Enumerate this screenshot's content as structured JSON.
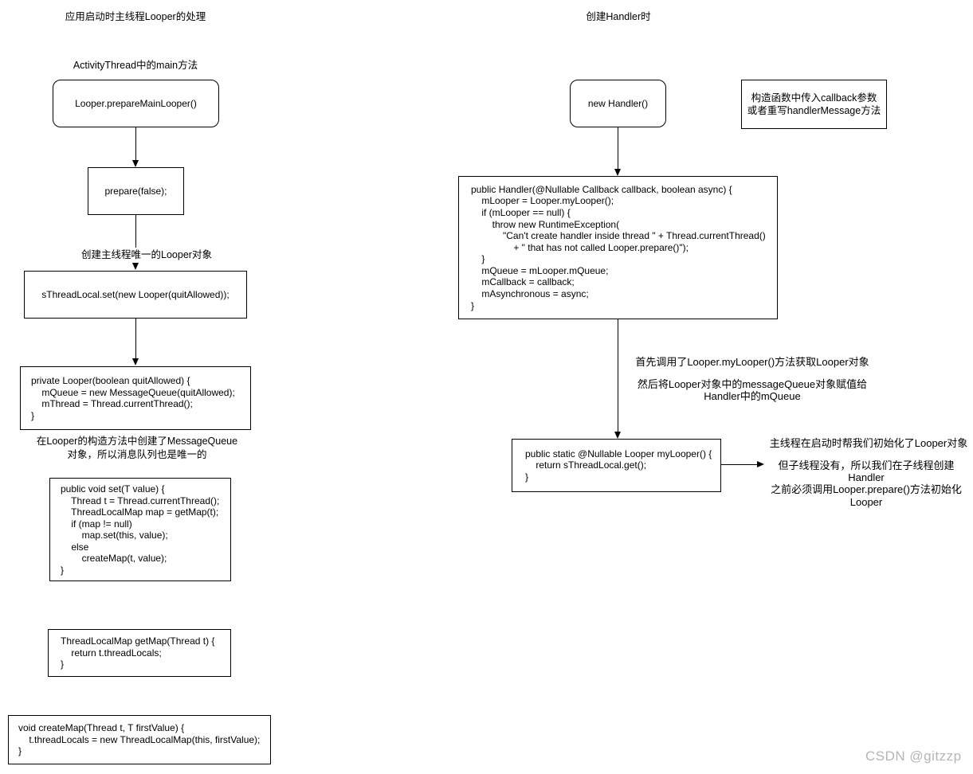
{
  "left": {
    "title": "应用启动时主线程Looper的处理",
    "activity_thread_label": "ActivityThread中的main方法",
    "prepare_main_looper": "Looper.prepareMainLooper()",
    "prepare_false": "prepare(false);",
    "create_looper_label": "创建主线程唯一的Looper对象",
    "sthreadlocal_set": "sThreadLocal.set(new Looper(quitAllowed));",
    "looper_ctor_code": "private Looper(boolean quitAllowed) {\n    mQueue = new MessageQueue(quitAllowed);\n    mThread = Thread.currentThread();\n}",
    "messagequeue_note": "在Looper的构造方法中创建了MessageQueue\n对象，所以消息队列也是唯一的",
    "set_code": "public void set(T value) {\n    Thread t = Thread.currentThread();\n    ThreadLocalMap map = getMap(t);\n    if (map != null)\n        map.set(this, value);\n    else\n        createMap(t, value);\n}",
    "getmap_code": "ThreadLocalMap getMap(Thread t) {\n    return t.threadLocals;\n}",
    "createmap_code": "void createMap(Thread t, T firstValue) {\n    t.threadLocals = new ThreadLocalMap(this, firstValue);\n}"
  },
  "right": {
    "title": "创建Handler时",
    "new_handler": "new Handler()",
    "callback_note": "构造函数中传入callback参数\n或者重写handlerMessage方法",
    "handler_ctor_code": "public Handler(@Nullable Callback callback, boolean async) {\n    mLooper = Looper.myLooper();\n    if (mLooper == null) {\n        throw new RuntimeException(\n            \"Can't create handler inside thread \" + Thread.currentThread()\n                + \" that has not called Looper.prepare()\");\n    }\n    mQueue = mLooper.mQueue;\n    mCallback = callback;\n    mAsynchronous = async;\n}",
    "mylooper_first_note": "首先调用了Looper.myLooper()方法获取Looper对象",
    "mylooper_assign_note": "然后将Looper对象中的messageQueue对象赋值给\nHandler中的mQueue",
    "mylooper_code": "public static @Nullable Looper myLooper() {\n    return sThreadLocal.get();\n}",
    "main_thread_note": "主线程在启动时帮我们初始化了Looper对象",
    "child_thread_note": "但子线程没有，所以我们在子线程创建Handler\n之前必须调用Looper.prepare()方法初始化\nLooper"
  },
  "watermark": "CSDN @gitzzp",
  "colors": {
    "line": "#000000",
    "background": "#ffffff",
    "watermark": "#b5b5b5"
  }
}
